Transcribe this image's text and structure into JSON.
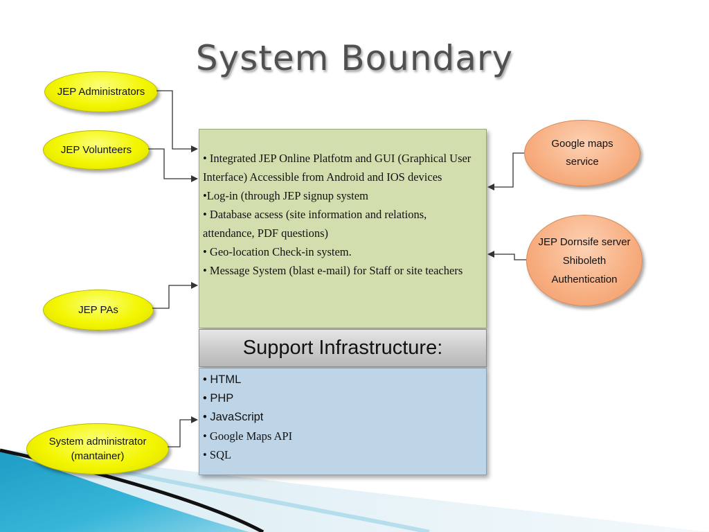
{
  "title": "System Boundary",
  "actors_left": [
    {
      "id": "admins",
      "label": "JEP Administrators"
    },
    {
      "id": "volunteers",
      "label": "JEP Volunteers"
    },
    {
      "id": "pas",
      "label": "JEP PAs"
    },
    {
      "id": "sysadmin",
      "label": "System administrator\n(mantainer)"
    }
  ],
  "actors_right": [
    {
      "id": "google",
      "label": "Google maps\nservice"
    },
    {
      "id": "shiboleth",
      "label": "JEP Dornsife server\nShiboleth\nAuthentication"
    }
  ],
  "system_box": {
    "lines": [
      "• Integrated JEP Online Platfotm and GUI (Graphical User",
      "Interface) Accessible from Android and IOS devices",
      "•Log-in (through JEP signup system",
      "• Database acsess (site information and relations,",
      "attendance, PDF questions)",
      "• Geo-location Check-in system.",
      "• Message  System (blast e-mail) for Staff or site teachers"
    ]
  },
  "support_header": "Support Infrastructure:",
  "support_items": [
    "• HTML",
    "• PHP",
    "• JavaScript",
    "• Google Maps API",
    "• SQL"
  ],
  "colors": {
    "actor_fill": "#f3f600",
    "service_fill": "#f7ae80",
    "system_fill": "#d3deaf",
    "support_header_fill": "#cccccc",
    "support_fill": "#bed5e8",
    "title_color": "#505050",
    "decor_teal": "#2aa7c9"
  }
}
